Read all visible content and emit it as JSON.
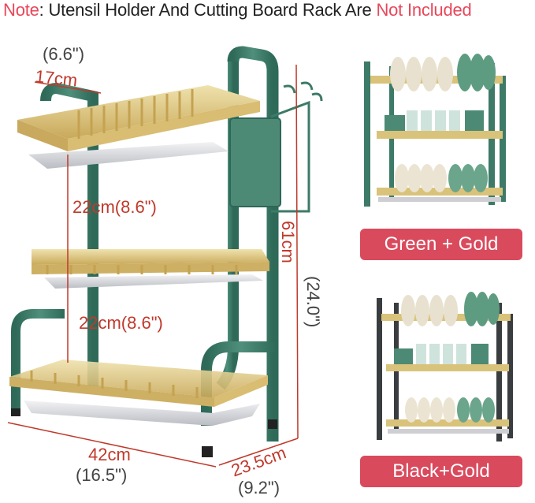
{
  "note": {
    "prefix": "Note",
    "middle": ": Utensil Holder And Cutting Board Rack Are ",
    "suffix": "Not Included"
  },
  "dimensions": {
    "depth_inch": "(6.6\")",
    "depth_cm": "17cm",
    "tier_gap_upper": "22cm(8.6\")",
    "tier_gap_lower": "22cm(8.6\")",
    "height_cm": "61cm",
    "height_inch": "(24.0\")",
    "width_cm": "42cm",
    "width_inch": "(16.5\")",
    "length_cm": "23.5cm",
    "length_inch": "(9.2\")"
  },
  "variants": [
    {
      "label": "Green + Gold",
      "frame_color": "#3d7a68"
    },
    {
      "label": "Black+Gold",
      "frame_color": "#3a3d40"
    }
  ],
  "colors": {
    "accent_red": "#e8475a",
    "gold": "#d9c27a",
    "green": "#3d7a68"
  }
}
